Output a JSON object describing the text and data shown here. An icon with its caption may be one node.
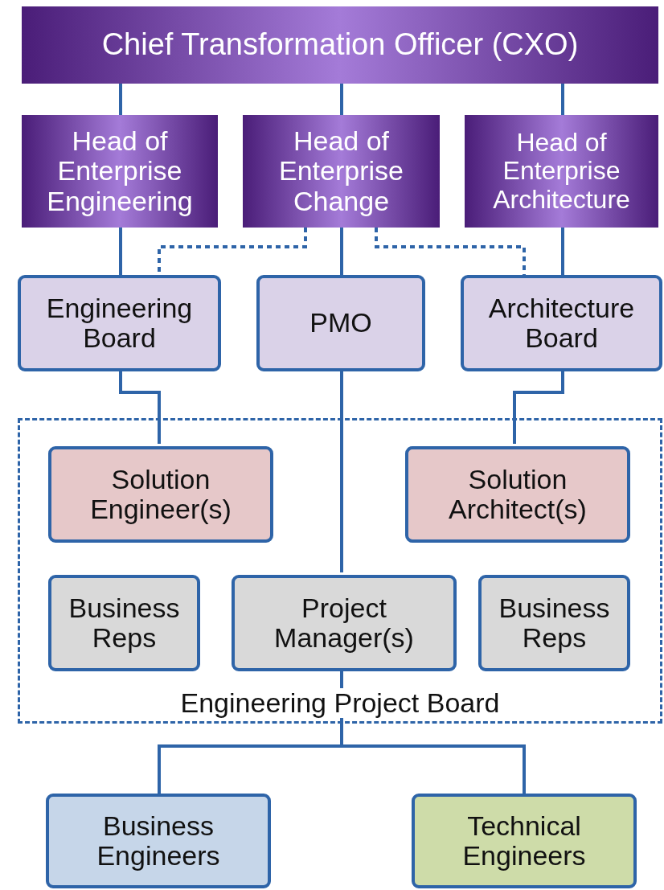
{
  "diagram": {
    "nodes": [
      {
        "text": [
          "Chief Transformation Officer (CXO)"
        ]
      },
      {
        "text": [
          "Head of Enterprise Engineering"
        ]
      },
      {
        "text": [
          "Head of Enterprise Change"
        ]
      },
      {
        "text": [
          "Head of Enterprise Architecture"
        ]
      },
      {
        "text": [
          "Engineering Board"
        ]
      },
      {
        "text": [
          "PMO"
        ]
      },
      {
        "text": [
          "Architecture Board"
        ]
      },
      {
        "text": [
          "Engineering Project Board"
        ]
      },
      {
        "text": [
          "Solution Engineer(s)"
        ],
        "in": 7
      },
      {
        "text": [
          "Solution Architect(s)"
        ],
        "in": 7
      },
      {
        "text": [
          "Business Reps"
        ],
        "in": 7
      },
      {
        "text": [
          "Project Manager(s)"
        ],
        "in": 7
      },
      {
        "text": [
          "Business Reps"
        ],
        "in": 7
      },
      {
        "text": [
          "Business Engineers"
        ]
      },
      {
        "text": [
          "Technical Engineers"
        ]
      }
    ],
    "edges": [
      {
        "from": 0,
        "to": 1,
        "arrow": "none"
      },
      {
        "from": 0,
        "to": 2,
        "arrow": "none"
      },
      {
        "from": 0,
        "to": 3,
        "arrow": "none"
      },
      {
        "from": 1,
        "to": 4,
        "arrow": "none"
      },
      {
        "from": 2,
        "to": 5,
        "arrow": "none"
      },
      {
        "from": 3,
        "to": 6,
        "arrow": "none"
      },
      {
        "from": 2,
        "to": 4,
        "arrow": "none",
        "style": "dashed"
      },
      {
        "from": 2,
        "to": 6,
        "arrow": "none",
        "style": "dashed"
      },
      {
        "from": 4,
        "to": 8,
        "arrow": "none"
      },
      {
        "from": 6,
        "to": 9,
        "arrow": "none"
      },
      {
        "from": 5,
        "to": 11,
        "arrow": "none"
      },
      {
        "from": 11,
        "to": 13,
        "arrow": "none"
      },
      {
        "from": 11,
        "to": 14,
        "arrow": "none"
      }
    ]
  }
}
